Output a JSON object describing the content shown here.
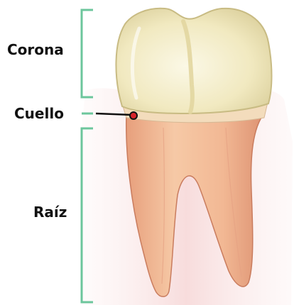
{
  "labels": {
    "crown": "Corona",
    "neck": "Cuello",
    "root": "Raíz"
  },
  "colors": {
    "bracket": "#6cc69c",
    "leader_line": "#111111",
    "marker": "#d8232a",
    "gum": "#f8dede",
    "enamel": "#f3ecc4",
    "root": "#f0b48c"
  },
  "icons": {
    "tooth": "molar-tooth-illustration",
    "marker": "neck-marker-dot"
  }
}
